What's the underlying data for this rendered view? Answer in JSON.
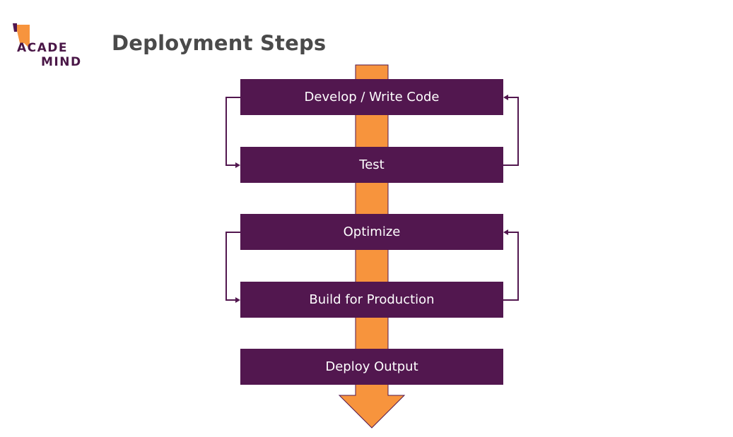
{
  "logo": {
    "line1": "ACADE",
    "line2": "MIND",
    "accent_color": "#f7943d",
    "text_color": "#4a1747"
  },
  "title": "Deployment Steps",
  "steps": [
    {
      "label": "Develop / Write Code"
    },
    {
      "label": "Test"
    },
    {
      "label": "Optimize"
    },
    {
      "label": "Build for Production"
    },
    {
      "label": "Deploy Output"
    }
  ],
  "colors": {
    "step_fill": "#52174f",
    "step_text": "#ffffff",
    "arrow_fill": "#f7943d",
    "arrow_stroke": "#52174f",
    "loop_stroke": "#52174f",
    "title_text": "#4a4a4a"
  }
}
